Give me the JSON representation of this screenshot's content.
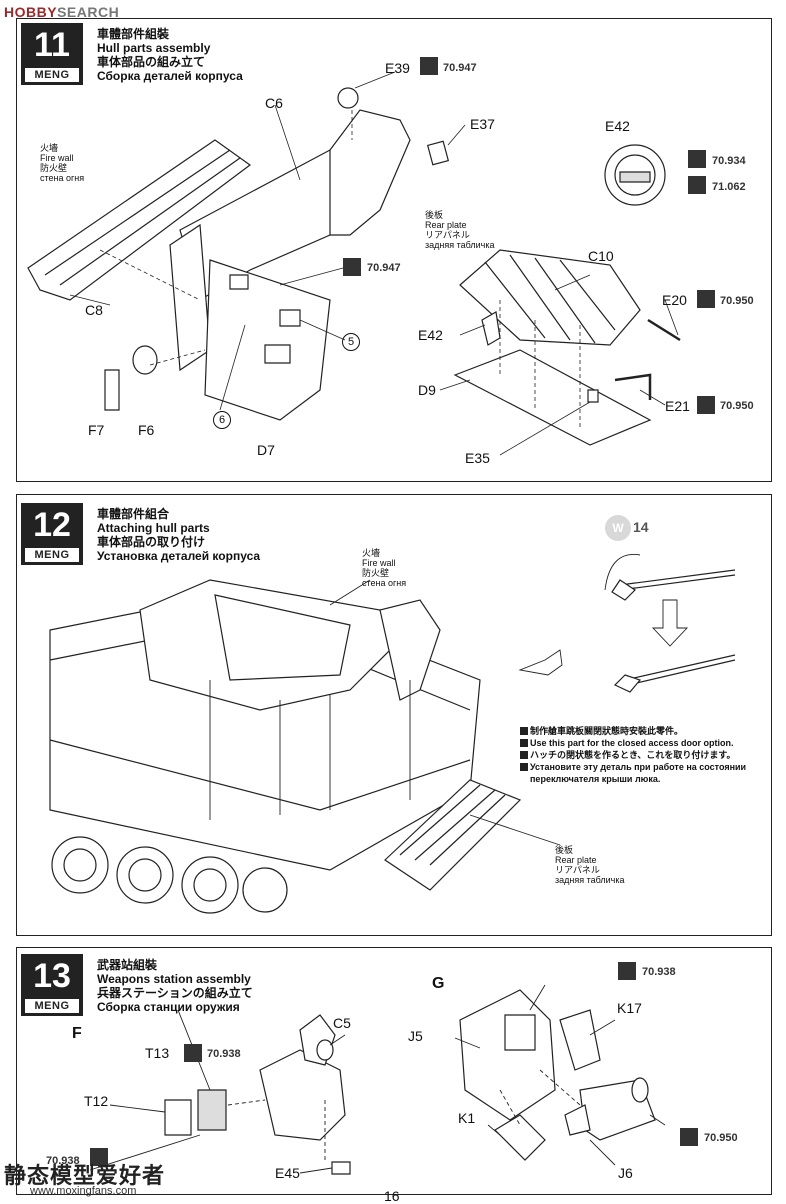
{
  "watermark": {
    "brand": "HOBBY",
    "search": "SEARCH",
    "bottom_cn": "静态模型爱好者",
    "bottom_url": "www.moxingfans.com"
  },
  "page_number": "16",
  "steps": [
    {
      "number": "11",
      "brand": "MENG",
      "title_zh": "車體部件組裝",
      "title_en": "Hull parts assembly",
      "title_ja": "車体部品の組み立て",
      "title_ru": "Сборка деталей корпуса"
    },
    {
      "number": "12",
      "brand": "MENG",
      "title_zh": "車體部件組合",
      "title_en": "Attaching hull parts",
      "title_ja": "車体部品の取り付け",
      "title_ru": "Установка деталей корпуса"
    },
    {
      "number": "13",
      "brand": "MENG",
      "title_zh": "武器站組裝",
      "title_en": "Weapons station assembly",
      "title_ja": "兵器ステーションの組み立て",
      "title_ru": "Сборка станции оружия"
    }
  ],
  "step11": {
    "fire_wall": {
      "zh": "火墻",
      "en": "Fire wall",
      "ja": "防火壁",
      "ru": "стена огня"
    },
    "rear_plate": {
      "zh": "後板",
      "en": "Rear plate",
      "ja": "リアパネル",
      "ru": "задняя табличка"
    },
    "parts": {
      "e39": "E39",
      "c6": "C6",
      "e37": "E37",
      "e42a": "E42",
      "c10": "C10",
      "c8": "C8",
      "e20": "E20",
      "e42b": "E42",
      "d9": "D9",
      "e21": "E21",
      "e35": "E35",
      "f7": "F7",
      "f6": "F6",
      "d7": "D7"
    },
    "paints": {
      "e39": "70.947",
      "e42a": "70.934",
      "e42b": "71.062",
      "d7": "70.947",
      "e20": "70.950",
      "e21": "70.950"
    },
    "circles": {
      "c5": "5",
      "c6": "6"
    }
  },
  "step12": {
    "fire_wall": {
      "zh": "火墻",
      "en": "Fire wall",
      "ja": "防火壁",
      "ru": "стена огня"
    },
    "rear_plate": {
      "zh": "後板",
      "en": "Rear plate",
      "ja": "リアパネル",
      "ru": "задняя табличка"
    },
    "w_badge": "W",
    "w_num": "14",
    "note": {
      "zh": "制作艙車跳板關閉狀態時安裝此零件。",
      "en": "Use this part for the closed access door option.",
      "ja": "ハッチの閉状態を作るとき、これを取り付けます。",
      "ru1": "Установите эту деталь при работе на состоянии",
      "ru2": "переключателя крыши люка."
    }
  },
  "step13": {
    "sub_f": "F",
    "sub_g": "G",
    "parts": {
      "c5": "C5",
      "t13": "T13",
      "t12": "T12",
      "e45": "E45",
      "j5": "J5",
      "k17": "K17",
      "k1": "K1",
      "j6": "J6"
    },
    "paints": {
      "t13": "70.938",
      "t12": "70.938",
      "k17": "70.938",
      "k1": "70.950"
    }
  }
}
